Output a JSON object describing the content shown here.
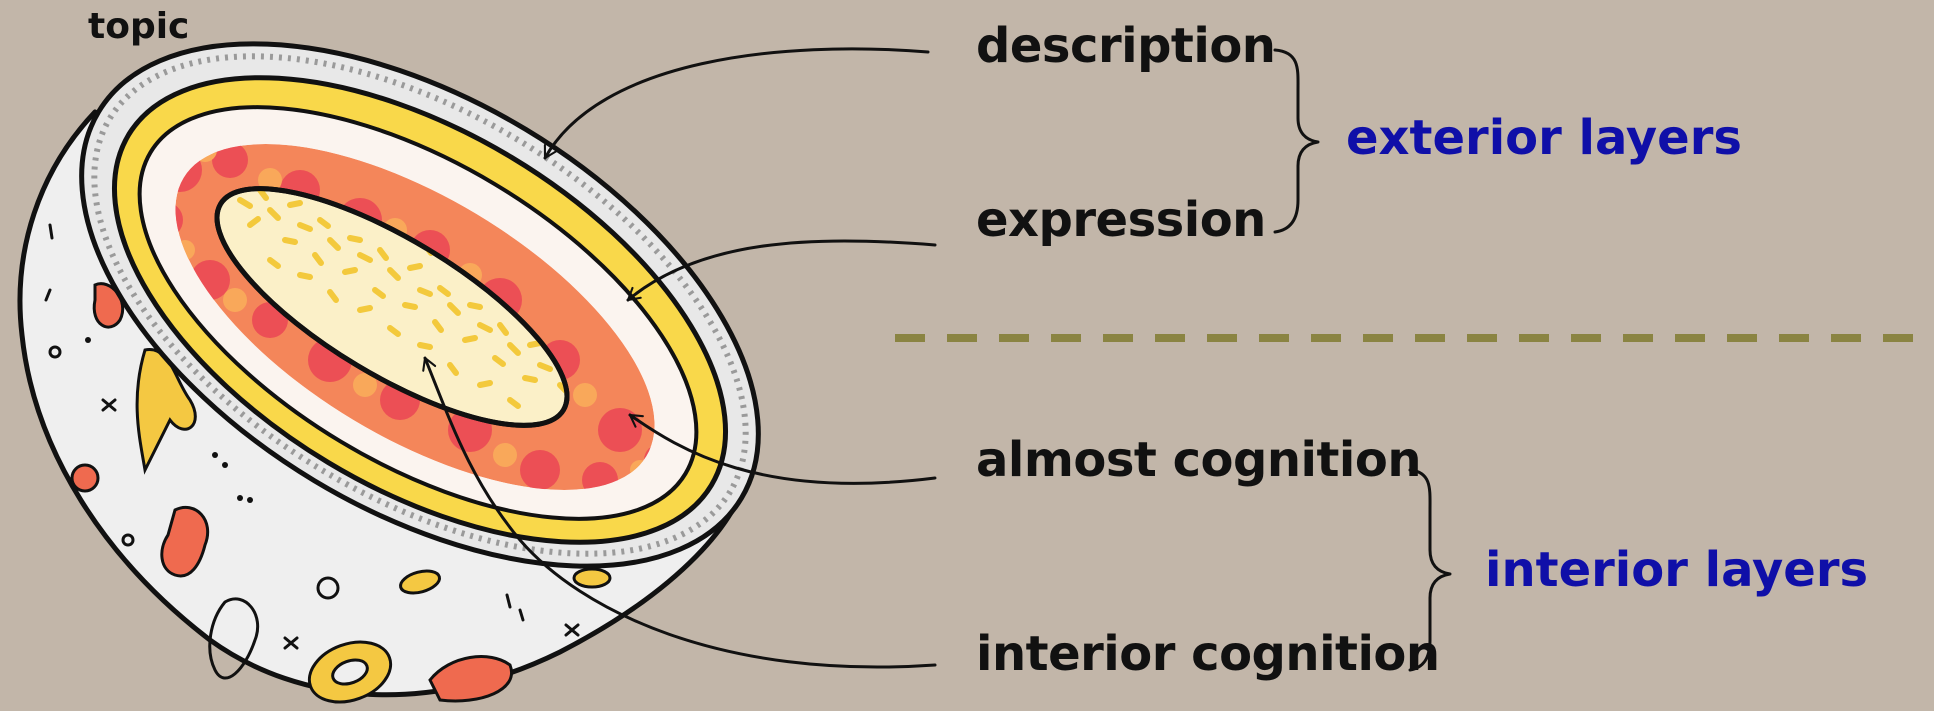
{
  "diagram": {
    "topic": "topic",
    "labels": {
      "description": "description",
      "expression": "expression",
      "almost_cognition": "almost cognition",
      "interior_cognition": "interior cognition"
    },
    "groups": {
      "exterior": "exterior layers",
      "interior": "interior layers"
    },
    "colors": {
      "background": "#c2b6a9",
      "group_text": "#0f0fa8",
      "divider": "#8a8442",
      "skin": "#efefef",
      "rind": "#f9d84a",
      "flesh": "#f0603f",
      "core": "#f6d35a",
      "ink": "#111111"
    }
  }
}
